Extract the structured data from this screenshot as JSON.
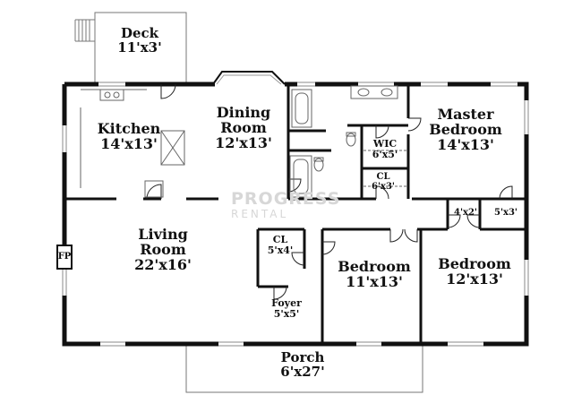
{
  "rooms": {
    "deck": {
      "name": "Deck",
      "size": "11'x3'"
    },
    "kitchen": {
      "name": "Kitchen",
      "size": "14'x13'"
    },
    "dining": {
      "name_1": "Dining",
      "name_2": "Room",
      "size": "12'x13'"
    },
    "master": {
      "name_1": "Master",
      "name_2": "Bedroom",
      "size": "14'x13'"
    },
    "wic": {
      "name": "WIC",
      "size": "6'x5'"
    },
    "cl_master": {
      "name": "CL",
      "size": "6'x3'"
    },
    "closet_a": {
      "size": "4'x2'"
    },
    "closet_b": {
      "size": "5'x3'"
    },
    "living": {
      "name_1": "Living",
      "name_2": "Room",
      "size": "22'x16'"
    },
    "fp": {
      "name": "FP"
    },
    "cl_hall": {
      "name": "CL",
      "size": "5'x4'"
    },
    "foyer": {
      "name": "Foyer",
      "size": "5'x5'"
    },
    "bedroom2": {
      "name": "Bedroom",
      "size": "11'x13'"
    },
    "bedroom3": {
      "name": "Bedroom",
      "size": "12'x13'"
    },
    "porch": {
      "name": "Porch",
      "size": "6'x27'"
    }
  },
  "watermark": {
    "line_1": "PROGRESS",
    "line_2": "RENTAL"
  },
  "colors": {
    "wall": "#111111",
    "fixture": "#666666",
    "window": "#9a9a9a",
    "watermark": "#d7d7d7"
  }
}
